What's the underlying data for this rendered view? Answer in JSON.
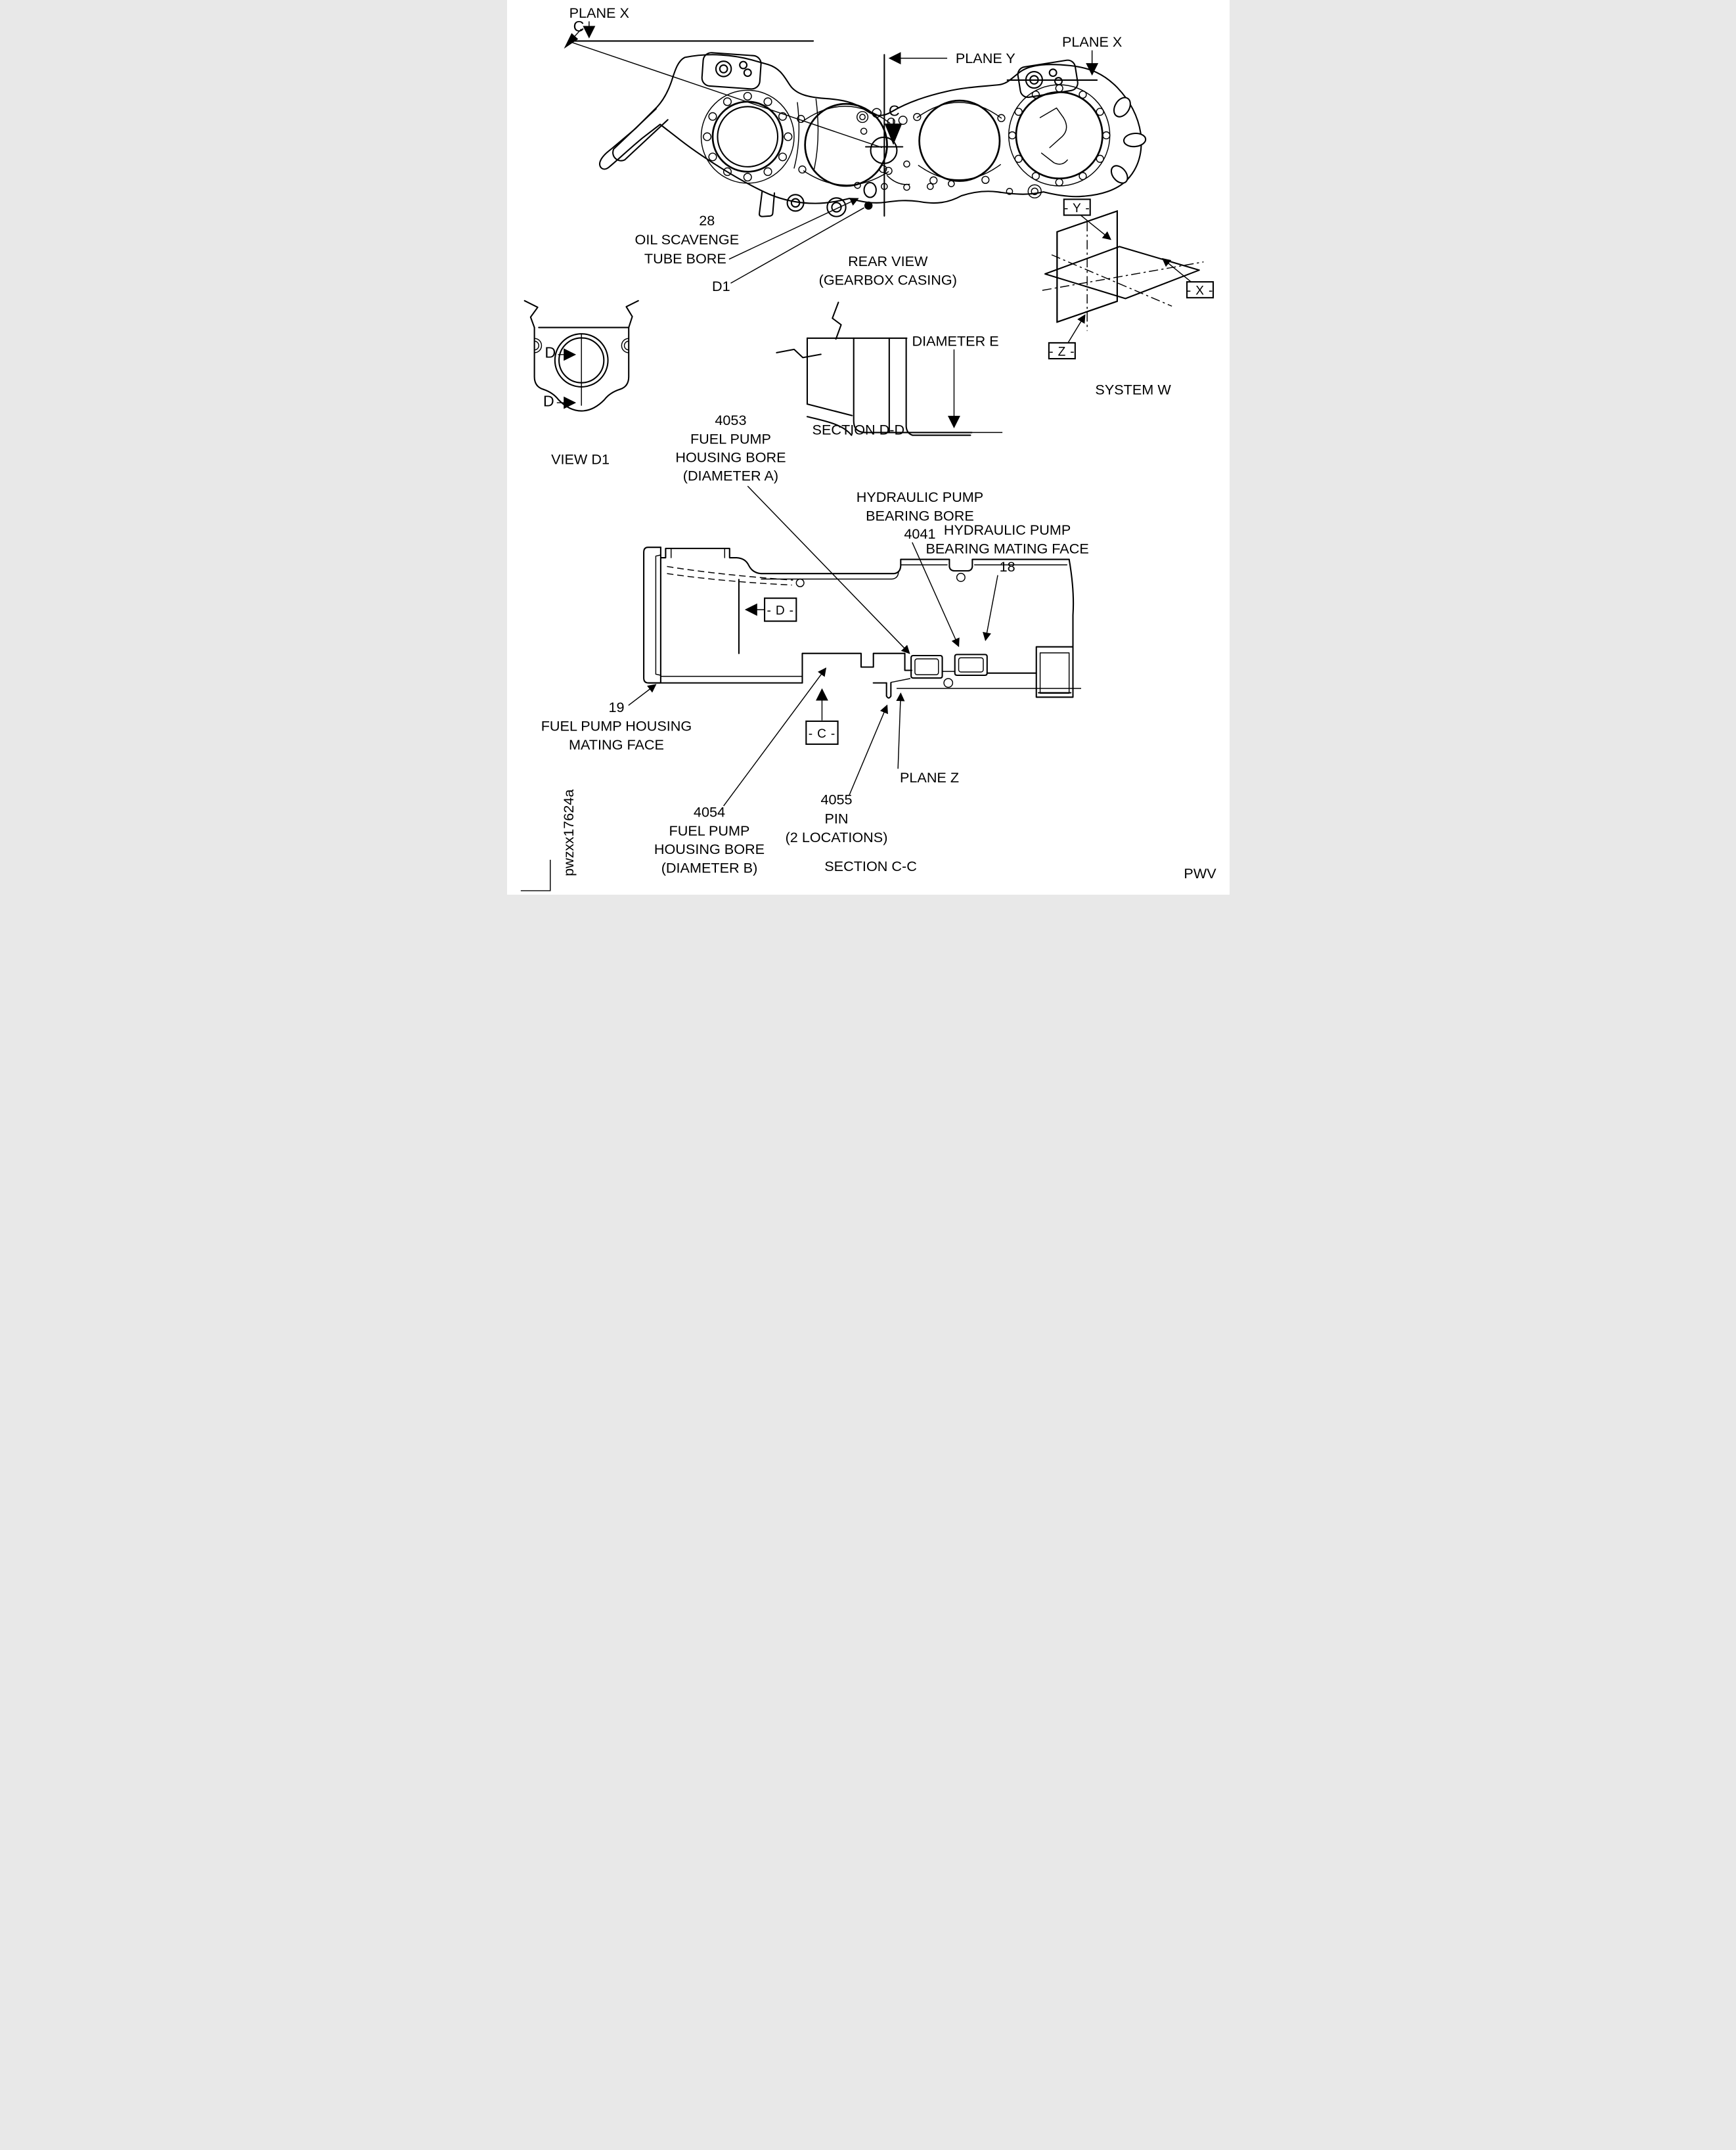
{
  "rear_view": {
    "plane_x_left": "PLANE X",
    "plane_x_right": "PLANE X",
    "plane_y": "PLANE Y",
    "section_letter_left": "C",
    "section_letter_center": "C",
    "oil_scavenge_number": "28",
    "oil_scavenge_line1": "OIL SCAVENGE",
    "oil_scavenge_line2": "TUBE BORE",
    "view_ref": "D1",
    "caption_line1": "REAR VIEW",
    "caption_line2": "(GEARBOX CASING)"
  },
  "system_w": {
    "datum_y": "- Y -",
    "datum_x": "- X -",
    "datum_z": "- Z -",
    "caption": "SYSTEM W"
  },
  "view_d1": {
    "arrow_upper": "D",
    "arrow_lower": "D",
    "caption": "VIEW D1"
  },
  "section_dd": {
    "diameter_e": "DIAMETER E",
    "caption": "SECTION D-D"
  },
  "fuel_pump_bore_a": {
    "number": "4053",
    "line1": "FUEL PUMP",
    "line2": "HOUSING BORE",
    "line3": "(DIAMETER A)"
  },
  "hydraulic_pump_bore": {
    "line1": "HYDRAULIC PUMP",
    "line2": "BEARING BORE",
    "number": "4041"
  },
  "hydraulic_pump_face": {
    "line1": "HYDRAULIC PUMP",
    "line2": "BEARING MATING FACE",
    "number": "18"
  },
  "fuel_pump_face": {
    "number": "19",
    "line1": "FUEL PUMP HOUSING",
    "line2": "MATING FACE"
  },
  "section_cc": {
    "datum_d": "- D -",
    "datum_c": "- C -",
    "plane_z": "PLANE Z",
    "caption": "SECTION C-C"
  },
  "fuel_pump_bore_b": {
    "number": "4054",
    "line1": "FUEL PUMP",
    "line2": "HOUSING BORE",
    "line3": "(DIAMETER B)"
  },
  "pin": {
    "number": "4055",
    "line1": "PIN",
    "line2": "(2 LOCATIONS)"
  },
  "footer": {
    "drawing_code": "pwzxx17624a",
    "page_code": "PWV"
  }
}
